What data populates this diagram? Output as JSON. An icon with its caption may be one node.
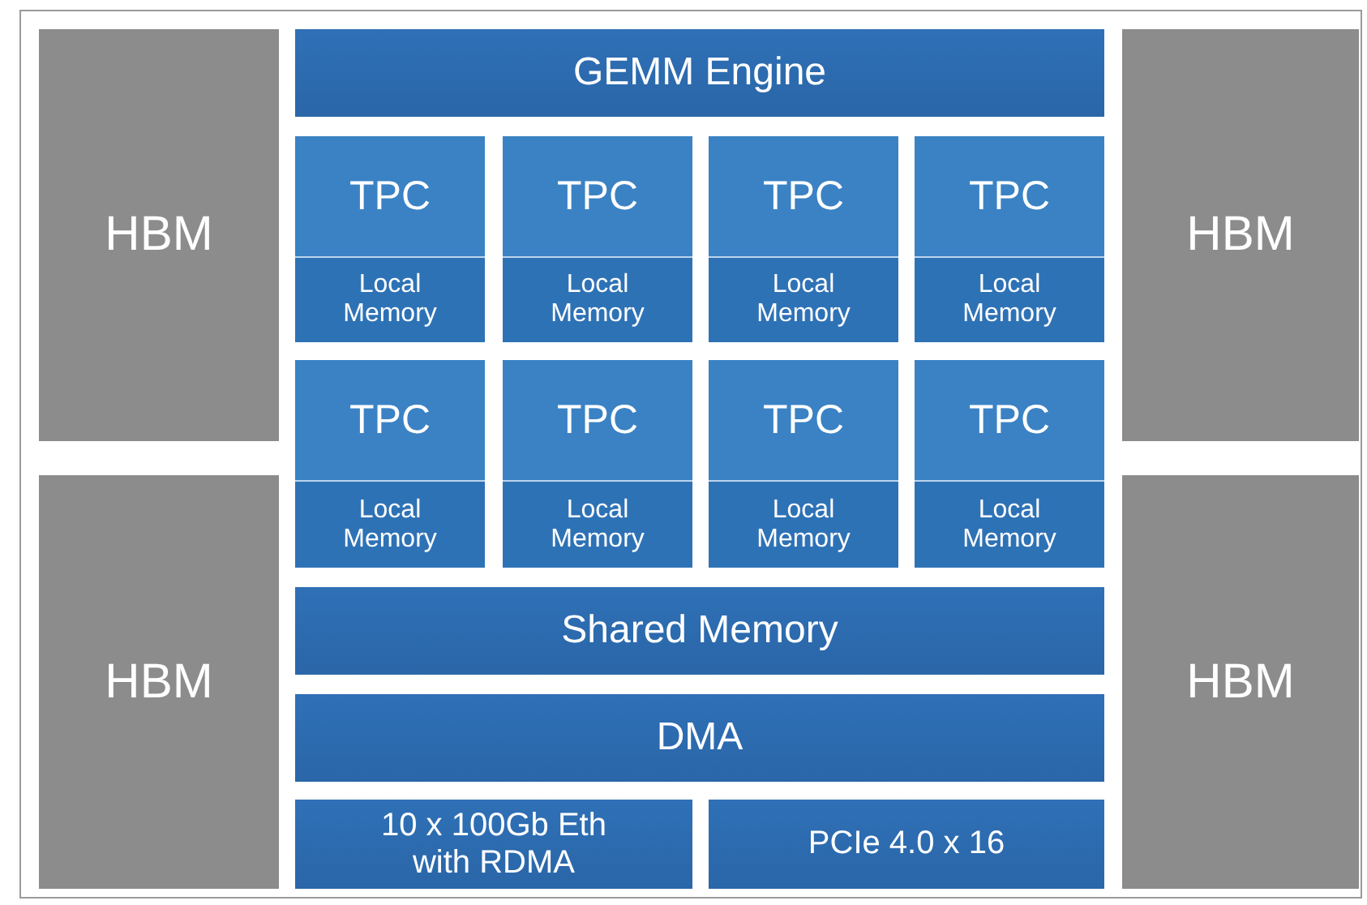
{
  "diagram": {
    "nodes": [
      {
        "text": [
          "HBM"
        ]
      },
      {
        "text": [
          "GEMM Engine"
        ]
      },
      {
        "text": [
          "HBM"
        ]
      },
      {
        "text": [
          "TPC",
          "Local Memory"
        ]
      },
      {
        "text": [
          "TPC",
          "Local Memory"
        ]
      },
      {
        "text": [
          "TPC",
          "Local Memory"
        ]
      },
      {
        "text": [
          "TPC",
          "Local Memory"
        ]
      },
      {
        "text": [
          "TPC",
          "Local Memory"
        ]
      },
      {
        "text": [
          "TPC",
          "Local Memory"
        ]
      },
      {
        "text": [
          "TPC",
          "Local Memory"
        ]
      },
      {
        "text": [
          "TPC",
          "Local Memory"
        ]
      },
      {
        "text": [
          "HBM"
        ]
      },
      {
        "text": [
          "HBM"
        ]
      },
      {
        "text": [
          "Shared Memory"
        ]
      },
      {
        "text": [
          "DMA"
        ]
      },
      {
        "text": [
          "10 x 100Gb Eth with RDMA"
        ]
      },
      {
        "text": [
          "PCIe 4.0 x 16"
        ]
      }
    ]
  }
}
